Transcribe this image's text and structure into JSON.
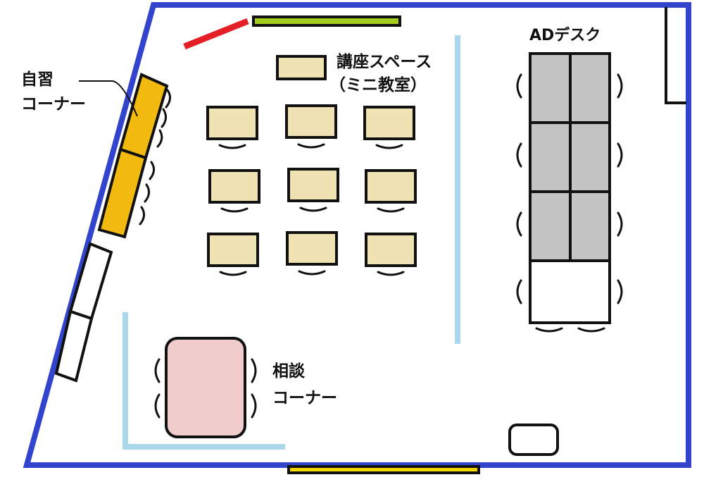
{
  "labels": {
    "jishu_line1": "自習",
    "jishu_line2": "コーナー",
    "koza_line1": "講座スペース",
    "koza_line2": "（ミニ教室）",
    "ad_desk": "ADデスク",
    "sodan_line1": "相談",
    "sodan_line2": "コーナー"
  },
  "colors": {
    "wall": "#3344cc",
    "partition": "#a8d8ea",
    "study_desk": "#f2b90f",
    "lecture_desk": "#f0e3b3",
    "ad_desk_gray": "#c4c4c4",
    "consult_table": "#f0cccc",
    "whiteboard_green": "#a4cd1f",
    "red_board": "#e41e26",
    "yellow_door": "#f2d600"
  }
}
